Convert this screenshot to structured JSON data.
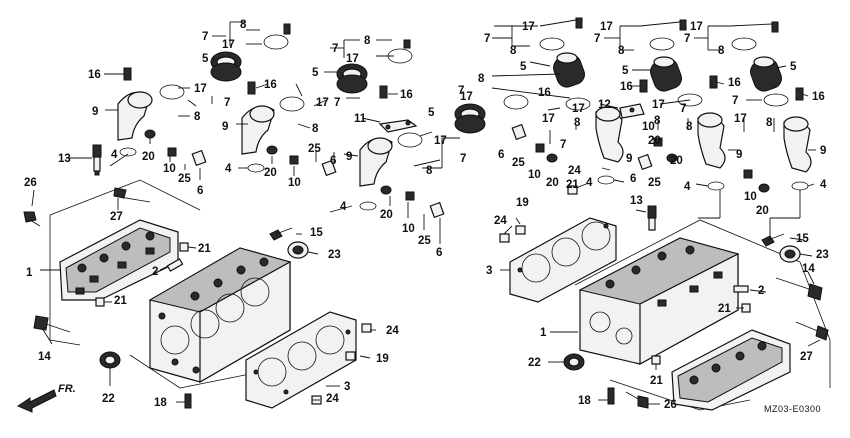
{
  "diagram_code": "MZ03-E0300",
  "front_label": "FR.",
  "callouts": {
    "c1": "1",
    "c2": "2",
    "c3": "3",
    "c4": "4",
    "c5": "5",
    "c6": "6",
    "c7": "7",
    "c8": "8",
    "c9": "9",
    "c10": "10",
    "c11": "11",
    "c12": "12",
    "c13": "13",
    "c14": "14",
    "c15": "15",
    "c16": "16",
    "c17": "17",
    "c18": "18",
    "c19": "19",
    "c20": "20",
    "c21": "21",
    "c22": "22",
    "c23": "23",
    "c24": "24",
    "c25": "25",
    "c26": "26",
    "c27": "27"
  }
}
